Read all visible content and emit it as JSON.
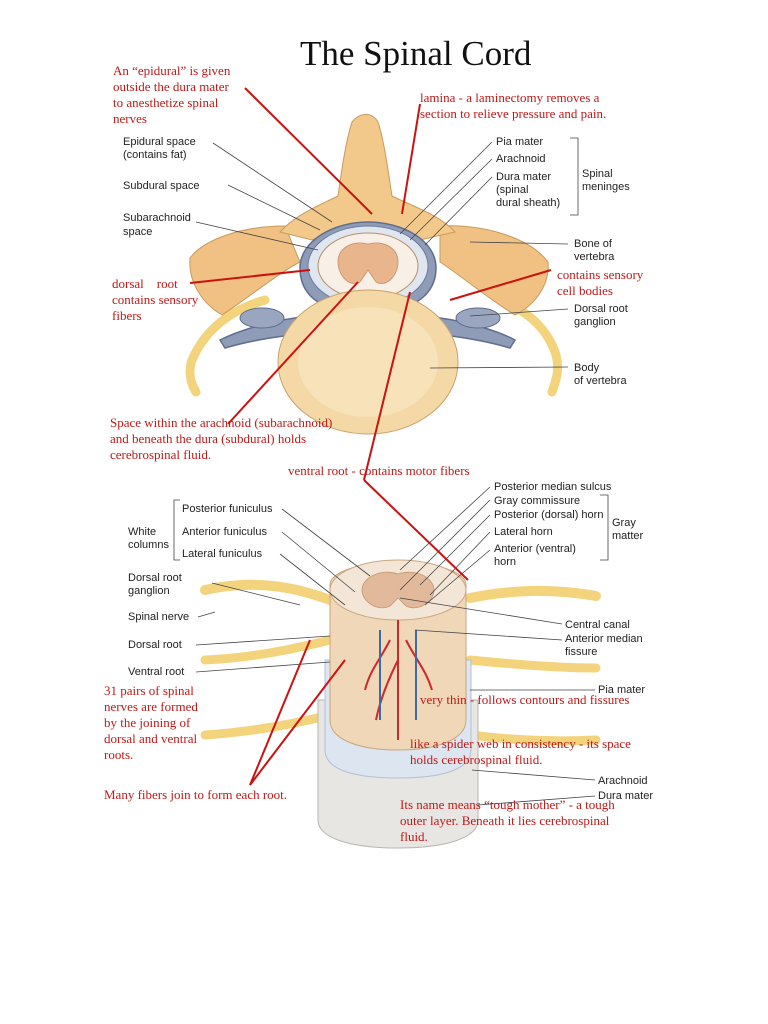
{
  "title": "The Spinal Cord",
  "colors": {
    "annotation": "#c01818",
    "bone": "#f2c98a",
    "nerve": "#f5dc8c",
    "meninges": "#8f9cb8",
    "label_line": "#444444"
  },
  "top_figure": {
    "labels": {
      "epidural_l1": "Epidural space",
      "epidural_l2": "(contains fat)",
      "subdural": "Subdural space",
      "subarachnoid_l1": "Subarachnoid",
      "subarachnoid_l2": "space",
      "pia": "Pia mater",
      "arachnoid": "Arachnoid",
      "dura_l1": "Dura mater",
      "dura_l2": "(spinal",
      "dura_l3": "dural sheath)",
      "meninges_l1": "Spinal",
      "meninges_l2": "meninges",
      "bone_l1": "Bone of",
      "bone_l2": "vertebra",
      "ganglion_l1": "Dorsal root",
      "ganglion_l2": "ganglion",
      "body_l1": "Body",
      "body_l2": "of vertebra"
    }
  },
  "bottom_figure": {
    "labels": {
      "white_l1": "White",
      "white_l2": "columns",
      "posterior_funiculus": "Posterior funiculus",
      "anterior_funiculus": "Anterior funiculus",
      "lateral_funiculus": "Lateral funiculus",
      "drg_l1": "Dorsal root",
      "drg_l2": "ganglion",
      "spinal_nerve": "Spinal nerve",
      "dorsal_root": "Dorsal root",
      "ventral_root": "Ventral root",
      "posterior_median_sulcus": "Posterior median sulcus",
      "gray_commissure": "Gray commissure",
      "posterior_horn": "Posterior (dorsal) horn",
      "lateral_horn": "Lateral horn",
      "anterior_horn_l1": "Anterior (ventral)",
      "anterior_horn_l2": "horn",
      "gray_l1": "Gray",
      "gray_l2": "matter",
      "central_canal": "Central canal",
      "anterior_median_l1": "Anterior median",
      "anterior_median_l2": "fissure",
      "pia": "Pia mater",
      "arachnoid": "Arachnoid",
      "dura": "Dura mater"
    }
  },
  "annotations": {
    "epidural": [
      "An “epidural” is given",
      "outside the dura mater",
      "to anesthetize spinal",
      "nerves"
    ],
    "lamina": [
      "lamina - a laminectomy removes a",
      "section to relieve pressure and pain."
    ],
    "dorsal_root": [
      "dorsal    root",
      "contains sensory",
      "fibers"
    ],
    "sensory_cells": [
      "contains sensory",
      "cell bodies"
    ],
    "csf": [
      "Space within the arachnoid (subarachnoid)",
      "and beneath the dura (subdural) holds",
      "cerebrospinal fluid."
    ],
    "ventral_root": [
      "ventral root - contains motor fibers"
    ],
    "pairs": [
      "31 pairs of spinal",
      "nerves are formed",
      "by the joining of",
      "dorsal and ventral",
      "roots."
    ],
    "pia_note": [
      "very thin - follows contours and fissures"
    ],
    "arachnoid_note": [
      "like a spider web in consistency - its space",
      "holds cerebrospinal fluid."
    ],
    "fibers": [
      "Many fibers join to form each root."
    ],
    "dura_note": [
      "Its name means “tough mother” - a tough",
      "outer layer.  Beneath it lies cerebrospinal",
      "fluid."
    ]
  }
}
